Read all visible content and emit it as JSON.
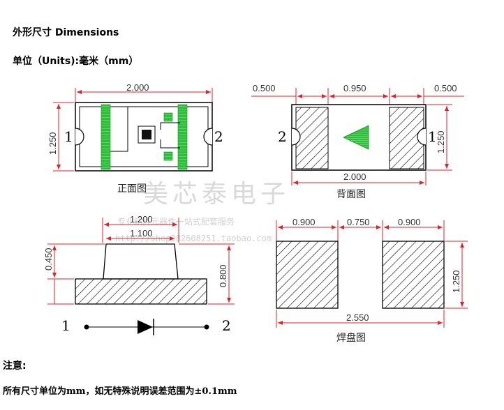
{
  "headings": {
    "dimensions": "外形尺寸 Dimensions",
    "units": "单位（Units):毫米（mm）"
  },
  "front_view": {
    "caption": "正面图",
    "width": "2.000",
    "height": "1.250",
    "pin_left": "1",
    "pin_right": "2"
  },
  "back_view": {
    "caption": "背面图",
    "pad_left": "0.500",
    "gap": "0.950",
    "pad_right": "0.500",
    "width": "2.000",
    "height": "1.250",
    "pin_left": "2",
    "pin_right": "1"
  },
  "side_view": {
    "top_width": "1.200",
    "inner_width": "1.100",
    "lens_height": "0.450",
    "total_height": "0.800"
  },
  "symbol": {
    "pin_left": "1",
    "pin_right": "2"
  },
  "pad_layout": {
    "caption": "焊盘图",
    "pad_left": "0.900",
    "gap": "0.750",
    "pad_right": "0.900",
    "width": "2.550",
    "height": "1.250"
  },
  "watermark": {
    "main": "美芯泰电子",
    "sub": "专业贴片元器件一站式配套服务",
    "url": "http://shop282608251.taobao.com"
  },
  "note": {
    "title": "注意:",
    "body": "所有尺寸单位为mm，如无特殊说明误差范围为±0.1mm"
  },
  "colors": {
    "dimension_line": "#e0202a",
    "green_band": "#2dbe3a",
    "outline": "#000000"
  }
}
